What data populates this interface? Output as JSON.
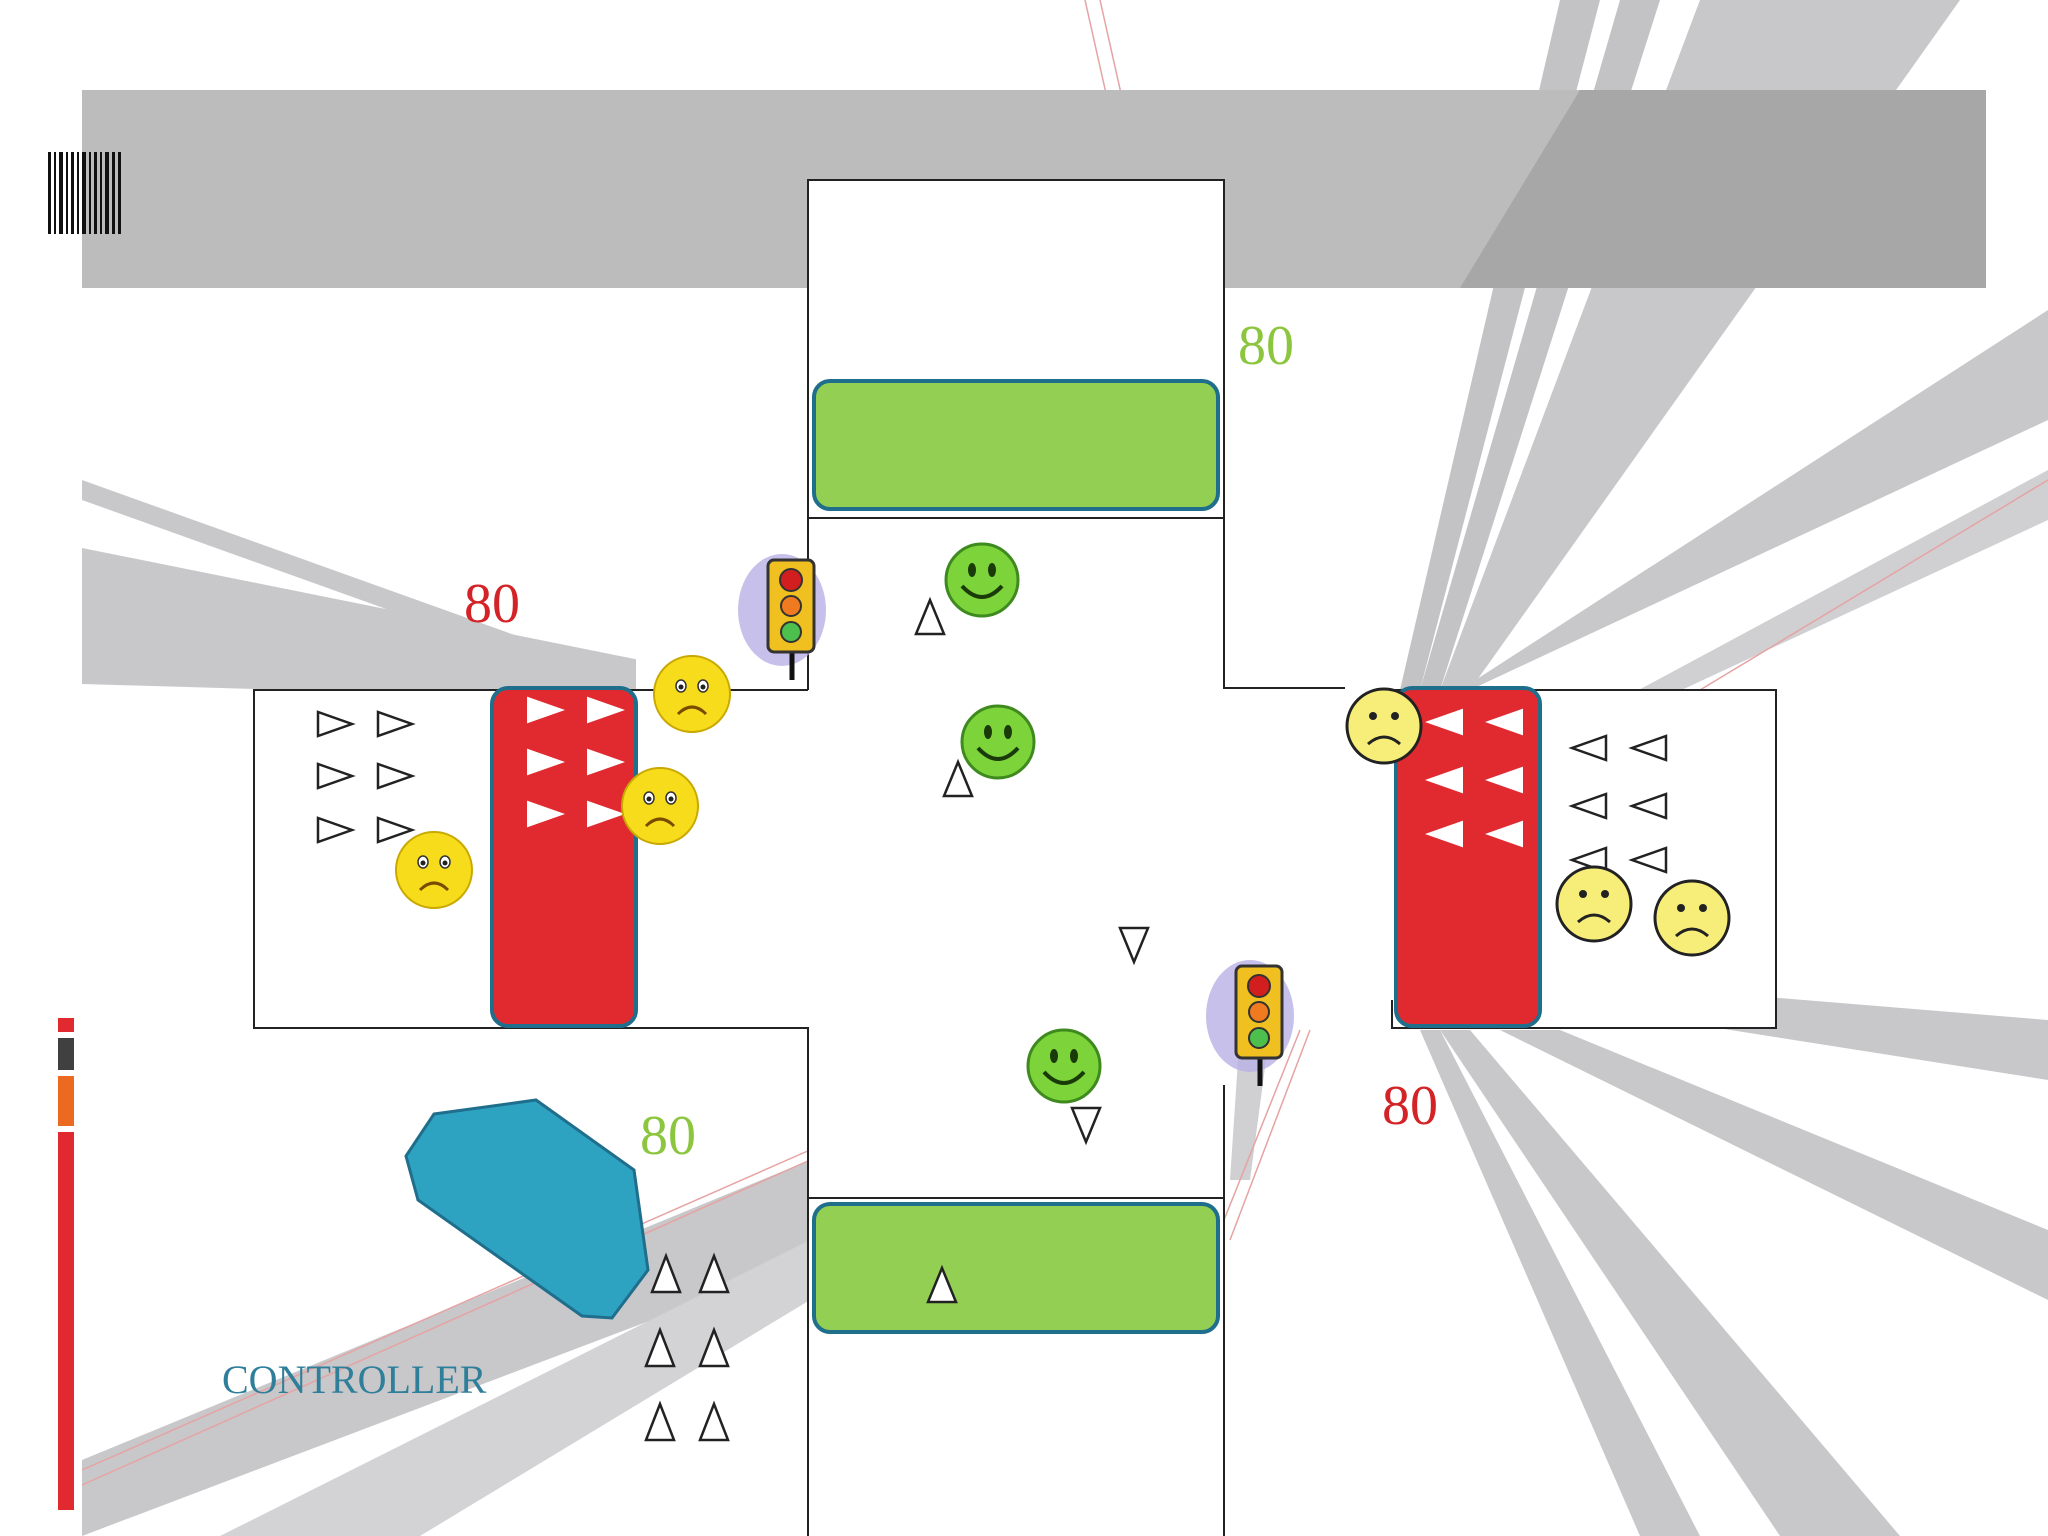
{
  "slide": {
    "title": "",
    "controller_label": "CONTROLLER",
    "accent_colors": {
      "header_band": "#bdbcbd",
      "stop": "#e02a30",
      "go": "#93cf52",
      "controller": "#2ea3c1",
      "speed_red": "#d42327",
      "speed_green": "#8cc63f"
    }
  },
  "intersection": {
    "north": {
      "speed": "80",
      "signal": "green"
    },
    "west": {
      "speed": "80",
      "signal": "red"
    },
    "east": {
      "speed": "80",
      "signal": "red"
    },
    "south": {
      "speed": "80",
      "signal": "green"
    }
  },
  "icons": {
    "traffic_light": "traffic-light-icon",
    "happy": "smiley-happy-icon",
    "sad": "smiley-sad-icon",
    "vehicle": "triangle-vehicle-icon",
    "barcode": "barcode-icon"
  }
}
